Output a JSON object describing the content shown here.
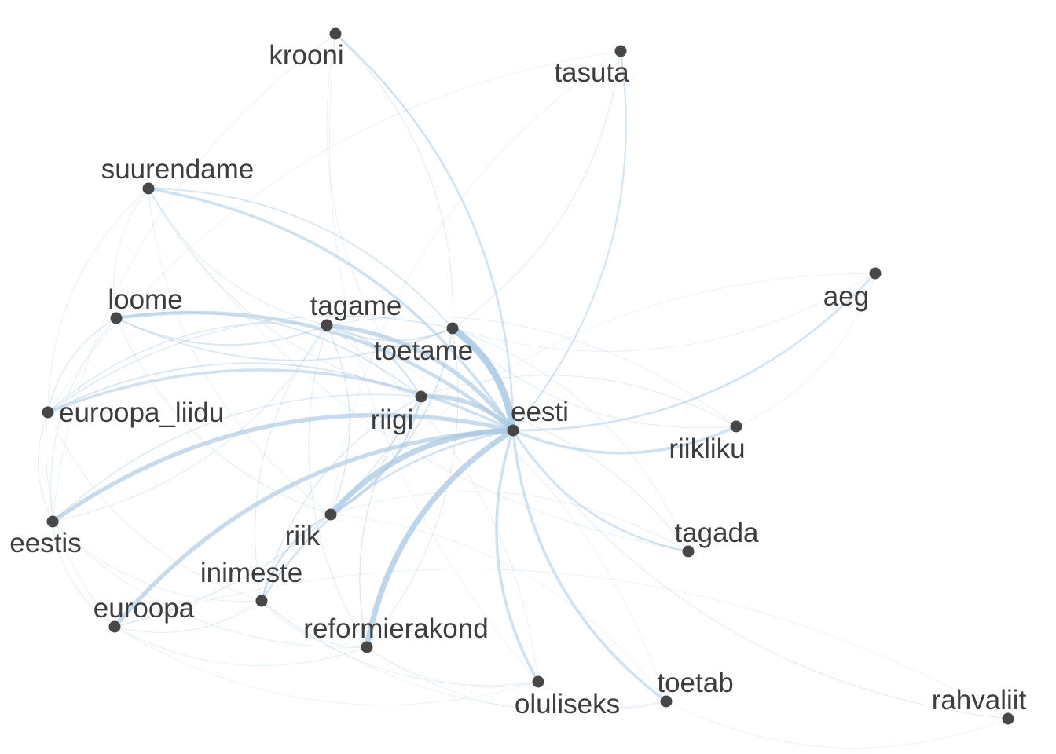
{
  "diagram": {
    "type": "word co-occurrence network",
    "nodes": [
      {
        "id": "krooni",
        "label": "krooni"
      },
      {
        "id": "tasuta",
        "label": "tasuta"
      },
      {
        "id": "suurendame",
        "label": "suurendame"
      },
      {
        "id": "aeg",
        "label": "aeg"
      },
      {
        "id": "loome",
        "label": "loome"
      },
      {
        "id": "tagame",
        "label": "tagame"
      },
      {
        "id": "toetame",
        "label": "toetame"
      },
      {
        "id": "euroopa_liidu",
        "label": "euroopa_liidu"
      },
      {
        "id": "riigi",
        "label": "riigi"
      },
      {
        "id": "eesti",
        "label": "eesti"
      },
      {
        "id": "riikliku",
        "label": "riikliku"
      },
      {
        "id": "eestis",
        "label": "eestis"
      },
      {
        "id": "riik",
        "label": "riik"
      },
      {
        "id": "tagada",
        "label": "tagada"
      },
      {
        "id": "inimeste",
        "label": "inimeste"
      },
      {
        "id": "euroopa",
        "label": "euroopa"
      },
      {
        "id": "reformierakond",
        "label": "reformierakond"
      },
      {
        "id": "oluliseks",
        "label": "oluliseks"
      },
      {
        "id": "toetab",
        "label": "toetab"
      },
      {
        "id": "rahvaliit",
        "label": "rahvaliit"
      }
    ],
    "edges": [
      {
        "s": "eesti",
        "t": "toetame",
        "w": 10
      },
      {
        "s": "eesti",
        "t": "reformierakond",
        "w": 8
      },
      {
        "s": "eesti",
        "t": "riik",
        "w": 8
      },
      {
        "s": "eesti",
        "t": "euroopa",
        "w": 6
      },
      {
        "s": "eesti",
        "t": "eestis",
        "w": 6
      },
      {
        "s": "eesti",
        "t": "riigi",
        "w": 6
      },
      {
        "s": "eesti",
        "t": "tagame",
        "w": 6
      },
      {
        "s": "eesti",
        "t": "loome",
        "w": 5
      },
      {
        "s": "eesti",
        "t": "suurendame",
        "w": 4
      },
      {
        "s": "eesti",
        "t": "euroopa_liidu",
        "w": 4
      },
      {
        "s": "eesti",
        "t": "riikliku",
        "w": 4
      },
      {
        "s": "eesti",
        "t": "oluliseks",
        "w": 4
      },
      {
        "s": "eesti",
        "t": "toetab",
        "w": 4
      },
      {
        "s": "eesti",
        "t": "tagada",
        "w": 3
      },
      {
        "s": "eesti",
        "t": "aeg",
        "w": 3
      },
      {
        "s": "eesti",
        "t": "krooni",
        "w": 3
      },
      {
        "s": "eesti",
        "t": "tasuta",
        "w": 2.5
      },
      {
        "s": "eesti",
        "t": "inimeste",
        "w": 3
      },
      {
        "s": "eesti",
        "t": "rahvaliit",
        "w": 1
      },
      {
        "s": "riik",
        "t": "riigi",
        "w": 3
      },
      {
        "s": "riik",
        "t": "inimeste",
        "w": 3
      },
      {
        "s": "riik",
        "t": "toetame",
        "w": 2
      },
      {
        "s": "riik",
        "t": "tagame",
        "w": 1.5
      },
      {
        "s": "riigi",
        "t": "loome",
        "w": 2
      },
      {
        "s": "riigi",
        "t": "tagame",
        "w": 2
      },
      {
        "s": "riigi",
        "t": "euroopa_liidu",
        "w": 2
      },
      {
        "s": "riigi",
        "t": "eestis",
        "w": 1.5
      },
      {
        "s": "riigi",
        "t": "reformierakond",
        "w": 1.5
      },
      {
        "s": "riigi",
        "t": "inimeste",
        "w": 1.5
      },
      {
        "s": "loome",
        "t": "tagame",
        "w": 2
      },
      {
        "s": "loome",
        "t": "toetame",
        "w": 2
      },
      {
        "s": "loome",
        "t": "euroopa_liidu",
        "w": 1.5
      },
      {
        "s": "loome",
        "t": "riik",
        "w": 1
      },
      {
        "s": "loome",
        "t": "eestis",
        "w": 1
      },
      {
        "s": "tagame",
        "t": "toetame",
        "w": 2
      },
      {
        "s": "tagame",
        "t": "euroopa_liidu",
        "w": 1.5
      },
      {
        "s": "tagame",
        "t": "reformierakond",
        "w": 1
      },
      {
        "s": "tagame",
        "t": "inimeste",
        "w": 1
      },
      {
        "s": "toetame",
        "t": "suurendame",
        "w": 2
      },
      {
        "s": "toetame",
        "t": "euroopa_liidu",
        "w": 1.5
      },
      {
        "s": "toetame",
        "t": "krooni",
        "w": 1
      },
      {
        "s": "toetame",
        "t": "tasuta",
        "w": 1
      },
      {
        "s": "toetame",
        "t": "riikliku",
        "w": 1
      },
      {
        "s": "toetame",
        "t": "aeg",
        "w": 0.8
      },
      {
        "s": "suurendame",
        "t": "tagame",
        "w": 1
      },
      {
        "s": "suurendame",
        "t": "riigi",
        "w": 1
      },
      {
        "s": "suurendame",
        "t": "loome",
        "w": 0.8
      },
      {
        "s": "suurendame",
        "t": "euroopa_liidu",
        "w": 0.8
      },
      {
        "s": "suurendame",
        "t": "riik",
        "w": 0.8
      },
      {
        "s": "suurendame",
        "t": "tagada",
        "w": 0.8
      },
      {
        "s": "krooni",
        "t": "eestis",
        "w": 0.6
      },
      {
        "s": "krooni",
        "t": "riigi",
        "w": 0.8
      },
      {
        "s": "krooni",
        "t": "oluliseks",
        "w": 0.6
      },
      {
        "s": "tasuta",
        "t": "riik",
        "w": 0.6
      },
      {
        "s": "tasuta",
        "t": "euroopa_liidu",
        "w": 0.6
      },
      {
        "s": "euroopa_liidu",
        "t": "eestis",
        "w": 1
      },
      {
        "s": "euroopa_liidu",
        "t": "euroopa",
        "w": 0.8
      },
      {
        "s": "euroopa_liidu",
        "t": "inimeste",
        "w": 0.8
      },
      {
        "s": "eestis",
        "t": "euroopa",
        "w": 1
      },
      {
        "s": "eestis",
        "t": "inimeste",
        "w": 0.8
      },
      {
        "s": "eestis",
        "t": "reformierakond",
        "w": 0.8
      },
      {
        "s": "eestis",
        "t": "tagame",
        "w": 1
      },
      {
        "s": "euroopa",
        "t": "inimeste",
        "w": 1
      },
      {
        "s": "euroopa",
        "t": "reformierakond",
        "w": 0.8
      },
      {
        "s": "euroopa",
        "t": "oluliseks",
        "w": 0.6
      },
      {
        "s": "euroopa",
        "t": "riigi",
        "w": 1.5
      },
      {
        "s": "inimeste",
        "t": "reformierakond",
        "w": 1
      },
      {
        "s": "inimeste",
        "t": "oluliseks",
        "w": 0.8
      },
      {
        "s": "inimeste",
        "t": "toetab",
        "w": 0.6
      },
      {
        "s": "reformierakond",
        "t": "oluliseks",
        "w": 0.8
      },
      {
        "s": "reformierakond",
        "t": "toetab",
        "w": 0.6
      },
      {
        "s": "reformierakond",
        "t": "toetame",
        "w": 1
      },
      {
        "s": "oluliseks",
        "t": "toetab",
        "w": 0.6
      },
      {
        "s": "oluliseks",
        "t": "tagame",
        "w": 0.8
      },
      {
        "s": "toetab",
        "t": "rahvaliit",
        "w": 0.6
      },
      {
        "s": "toetab",
        "t": "tagame",
        "w": 0.6
      },
      {
        "s": "toetab",
        "t": "riik",
        "w": 0.6
      },
      {
        "s": "tagada",
        "t": "riigi",
        "w": 1
      },
      {
        "s": "tagada",
        "t": "riik",
        "w": 0.8
      },
      {
        "s": "tagada",
        "t": "toetame",
        "w": 0.8
      },
      {
        "s": "riikliku",
        "t": "tagame",
        "w": 0.8
      },
      {
        "s": "riikliku",
        "t": "aeg",
        "w": 0.6
      },
      {
        "s": "riikliku",
        "t": "riigi",
        "w": 1
      },
      {
        "s": "aeg",
        "t": "riik",
        "w": 0.5
      },
      {
        "s": "rahvaliit",
        "t": "euroopa",
        "w": 0.5
      }
    ]
  }
}
